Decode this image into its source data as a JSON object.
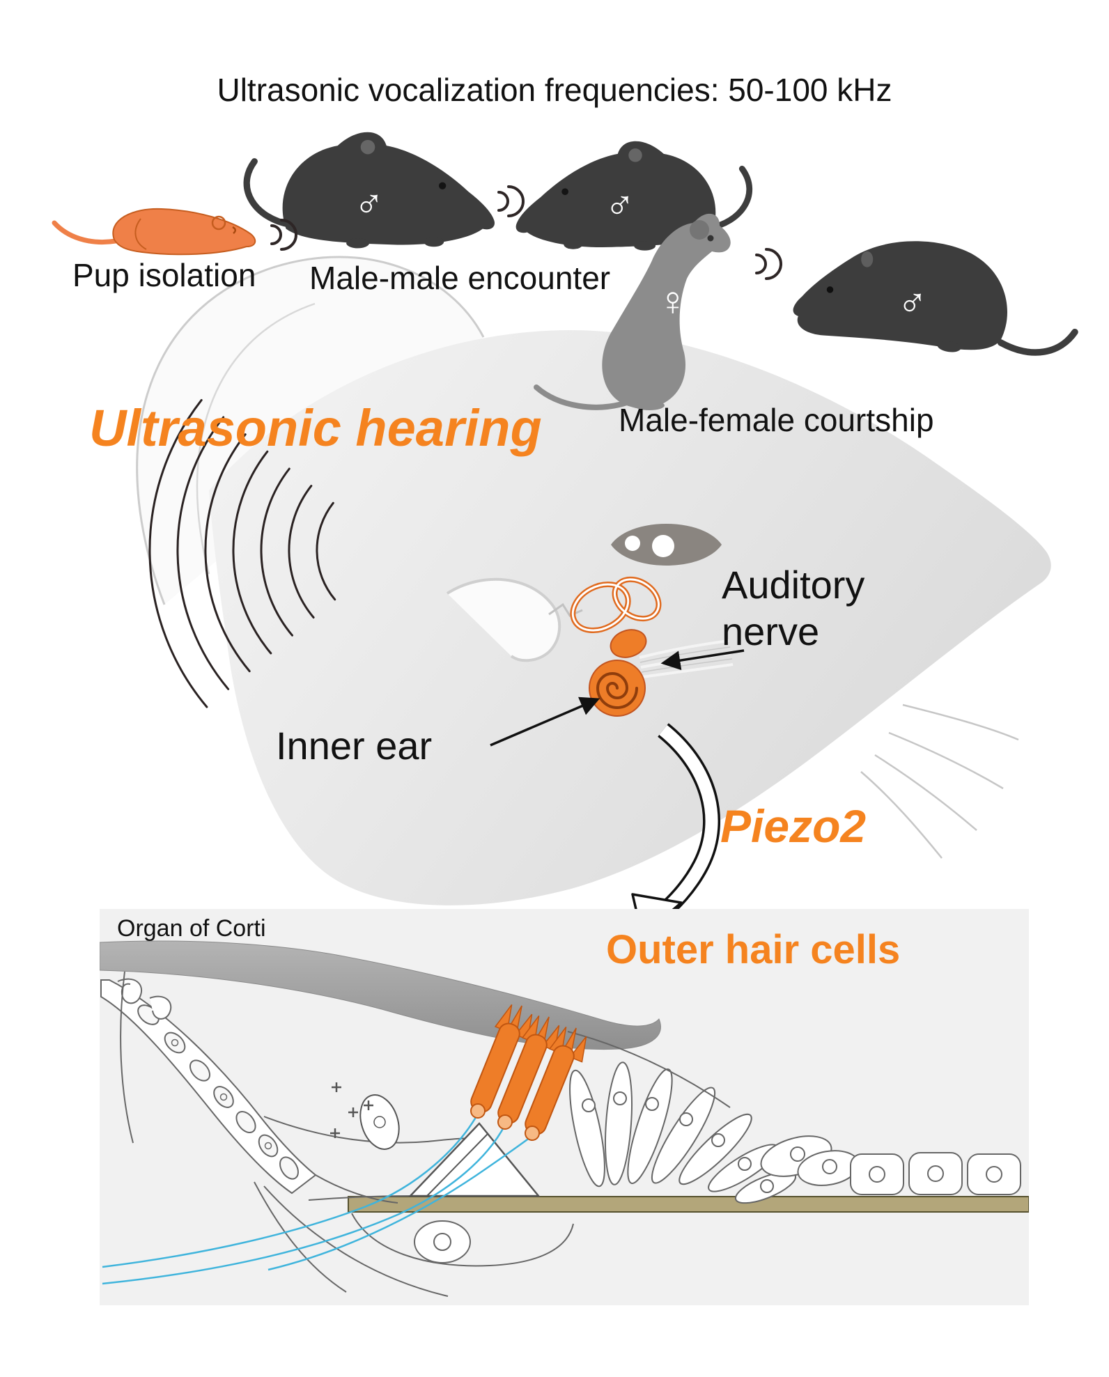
{
  "title": "Ultrasonic vocalization frequencies: 50-100 kHz",
  "scenes": {
    "pup_label": "Pup isolation",
    "male_male_label": "Male-male encounter",
    "male_female_label": "Male-female courtship"
  },
  "hearing": {
    "heading": "Ultrasonic hearing",
    "auditory_nerve_label": "Auditory nerve",
    "inner_ear_label": "Inner ear",
    "gene_label": "Piezo2"
  },
  "panel": {
    "title": "Organ of Corti",
    "outer_hair_cells_label": "Outer hair cells"
  },
  "symbols": {
    "male": "♂",
    "female": "♀"
  },
  "colors": {
    "accent": "#F5831F",
    "hair_cell": "#EE7D28",
    "hair_cell_outline": "#C05510",
    "cochlea_orange": "#E06A1E",
    "pup": "#EF8048",
    "dark_mouse": "#3D3D3D",
    "gray_mouse": "#8C8C8C",
    "nerve_blue": "#3FB4DC",
    "basilar": "#B3A67A",
    "membrane_gray": "#9E9E9E",
    "panel_bg": "#F1F1F1"
  }
}
